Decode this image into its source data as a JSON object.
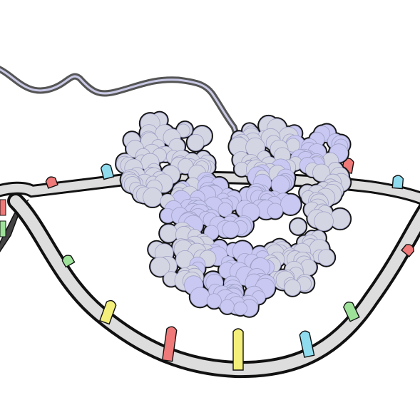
{
  "illustration": {
    "subject": "rna-polymerase-transcribing-dna",
    "text_labels": []
  },
  "colors": {
    "background": "#ffffff",
    "outline": "#111111",
    "dna_backbone": "#dddddd",
    "rna_strand_outer": "#555555",
    "rna_strand_inner": "#c9c9e6",
    "protein_sphere_a": "#d4d5e3",
    "protein_sphere_b": "#c8c8f2",
    "protein_shadow": "#9fa0c4",
    "base_blue": "#8fdcef",
    "base_red": "#ef7878",
    "base_green": "#9ee29a",
    "base_yellow": "#f4ef7a"
  },
  "nucleotide_bases": [
    {
      "color": "base_red"
    },
    {
      "color": "base_blue"
    },
    {
      "color": "base_red"
    },
    {
      "color": "base_blue"
    },
    {
      "color": "base_red"
    },
    {
      "color": "base_green"
    },
    {
      "color": "base_yellow"
    },
    {
      "color": "base_red"
    },
    {
      "color": "base_yellow"
    },
    {
      "color": "base_blue"
    },
    {
      "color": "base_green"
    },
    {
      "color": "base_red"
    },
    {
      "color": "base_green"
    }
  ]
}
